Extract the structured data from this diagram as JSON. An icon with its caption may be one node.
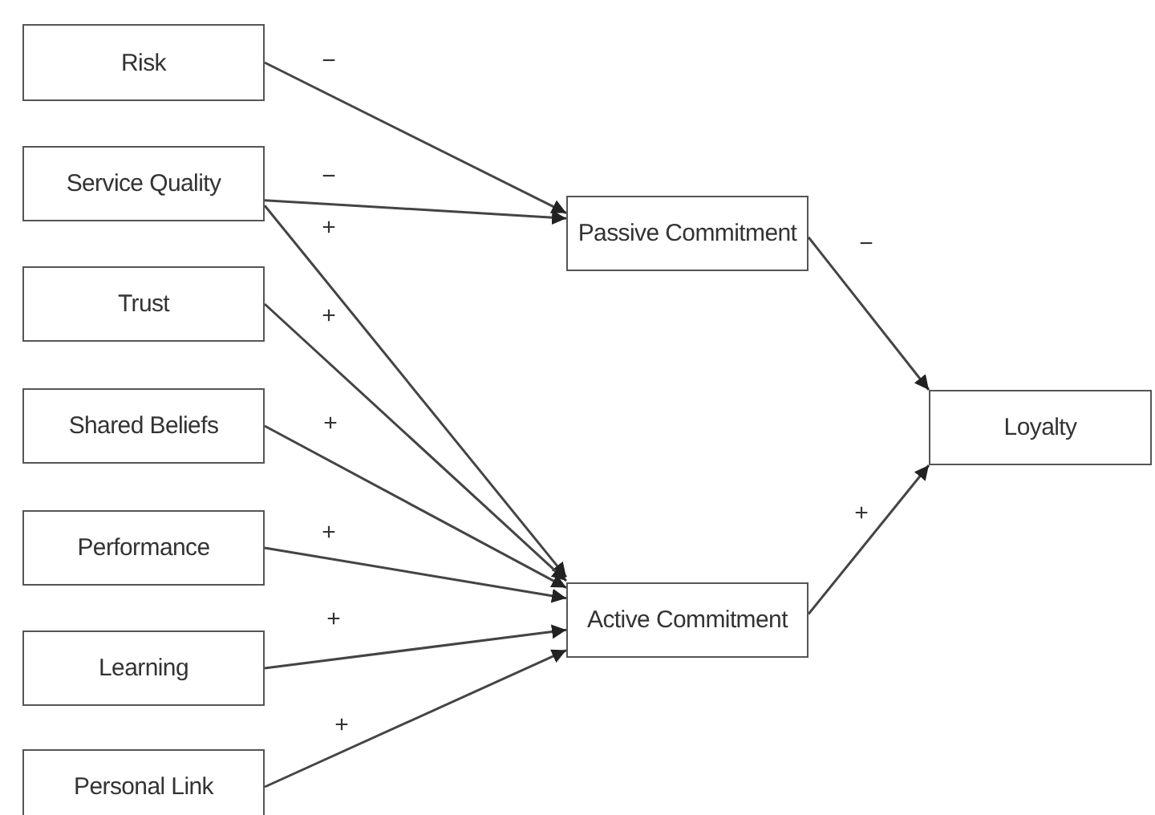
{
  "diagram": {
    "nodes": [
      {
        "text": [
          "Risk"
        ]
      },
      {
        "text": [
          "Service Quality"
        ]
      },
      {
        "text": [
          "Trust"
        ]
      },
      {
        "text": [
          "Shared Beliefs"
        ]
      },
      {
        "text": [
          "Performance"
        ]
      },
      {
        "text": [
          "Learning"
        ]
      },
      {
        "text": [
          "Personal Link"
        ]
      },
      {
        "text": [
          "Passive Commitment"
        ]
      },
      {
        "text": [
          "Active Commitment"
        ]
      },
      {
        "text": [
          "Loyalty"
        ]
      }
    ],
    "edges": [
      {
        "from": 0,
        "to": 7,
        "arrow": "to",
        "label": "−"
      },
      {
        "from": 1,
        "to": 7,
        "arrow": "to",
        "label": "−"
      },
      {
        "from": 1,
        "to": 8,
        "arrow": "to",
        "label": "+"
      },
      {
        "from": 2,
        "to": 8,
        "arrow": "to",
        "label": "+"
      },
      {
        "from": 3,
        "to": 8,
        "arrow": "to",
        "label": "+"
      },
      {
        "from": 4,
        "to": 8,
        "arrow": "to",
        "label": "+"
      },
      {
        "from": 5,
        "to": 8,
        "arrow": "to",
        "label": "+"
      },
      {
        "from": 6,
        "to": 8,
        "arrow": "to",
        "label": "+"
      },
      {
        "from": 7,
        "to": 9,
        "arrow": "to",
        "label": "−"
      },
      {
        "from": 8,
        "to": 9,
        "arrow": "to",
        "label": "+"
      }
    ]
  }
}
